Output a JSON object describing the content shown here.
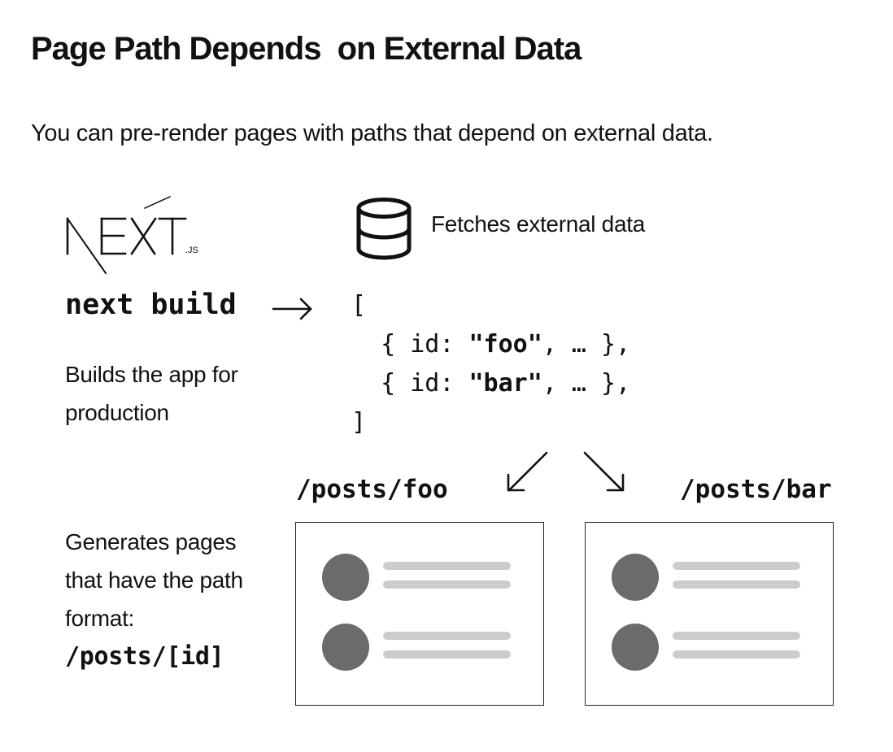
{
  "heading": {
    "title": "Page Path Depends  on External Data",
    "subtitle": "You can pre-render pages with paths that depend on external data."
  },
  "logo": {
    "word": "NEXT",
    "suffix": ".JS"
  },
  "build": {
    "command": "next build",
    "description_lines": [
      "Builds the app for",
      "production"
    ]
  },
  "fetch": {
    "label": "Fetches external data"
  },
  "data_array": {
    "open": "[",
    "rows": [
      {
        "prefix": "  { id: ",
        "id": "\"foo\"",
        "suffix": ", … },"
      },
      {
        "prefix": "  { id: ",
        "id": "\"bar\"",
        "suffix": ", … },"
      }
    ],
    "close": "]"
  },
  "pages": [
    {
      "path": "/posts/foo"
    },
    {
      "path": "/posts/bar"
    }
  ],
  "generate": {
    "description_lines": [
      "Generates pages",
      "that have the path",
      "format:"
    ],
    "path_format": "/posts/[id]"
  },
  "icons": [
    "nextjs-logo",
    "database-icon",
    "arrow-right-icon",
    "arrow-down-left-icon",
    "arrow-down-right-icon"
  ]
}
